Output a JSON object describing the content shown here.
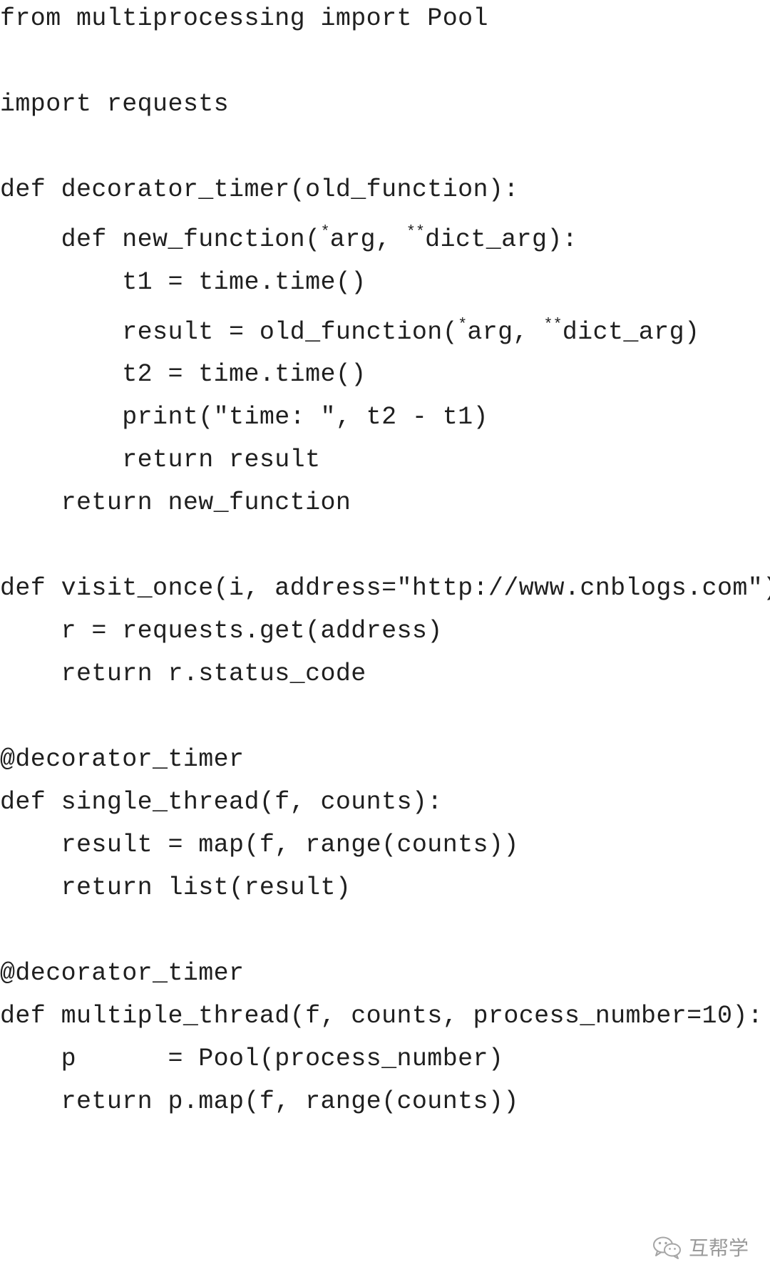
{
  "code": {
    "line_1": "from multiprocessing import Pool",
    "line_2": "import requests",
    "line_3": "def decorator_timer(old_function):",
    "line_4_a": "    def new_function(",
    "line_4_b": "*",
    "line_4_c": "arg, ",
    "line_4_d": "**",
    "line_4_e": "dict_arg):",
    "line_5": "        t1 = time.time()",
    "line_6_a": "        result = old_function(",
    "line_6_b": "*",
    "line_6_c": "arg, ",
    "line_6_d": "**",
    "line_6_e": "dict_arg)",
    "line_7": "        t2 = time.time()",
    "line_8": "        print(\"time: \", t2 - t1)",
    "line_9": "        return result",
    "line_10": "    return new_function",
    "line_11": "def visit_once(i, address=\"http://www.cnblogs.com\"):",
    "line_12": "    r = requests.get(address)",
    "line_13": "    return r.status_code",
    "line_14": "@decorator_timer",
    "line_15": "def single_thread(f, counts):",
    "line_16": "    result = map(f, range(counts))",
    "line_17": "    return list(result)",
    "line_18": "@decorator_timer",
    "line_19": "def multiple_thread(f, counts, process_number=10):",
    "line_20": "    p      = Pool(process_number)",
    "line_21": "    return p.map(f, range(counts))"
  },
  "watermark": {
    "icon": "wechat-icon",
    "text": "互帮学"
  }
}
